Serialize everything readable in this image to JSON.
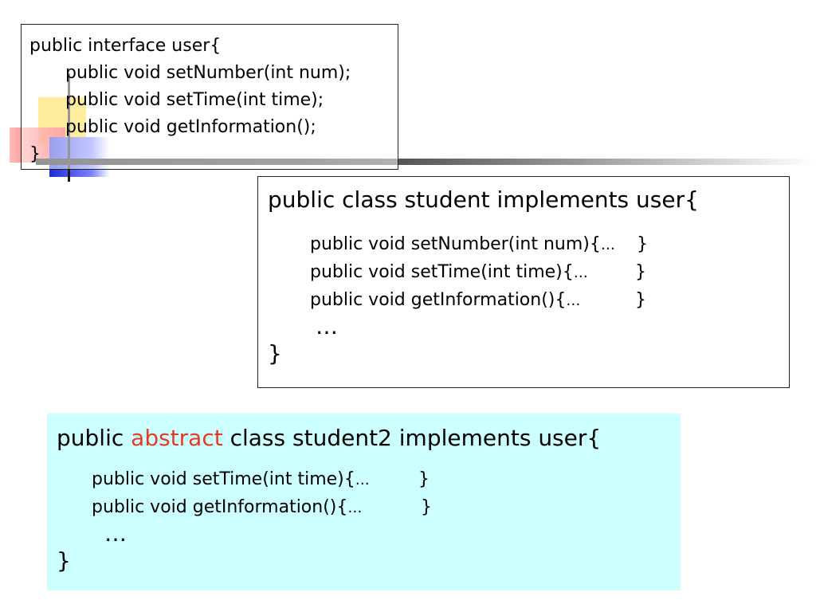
{
  "interface_box": {
    "line1": "public interface user{",
    "line2": "public void setNumber(int num);",
    "line3": "public void setTime(int time);",
    "line4": "public void getInformation();",
    "line5": "}"
  },
  "class_box": {
    "header": "public class student implements user{",
    "methods": [
      {
        "sig": "public void setNumber(int num){",
        "ellipsis": "…",
        "close": "}"
      },
      {
        "sig": "public void setTime(int time){",
        "ellipsis": "…",
        "close": "}"
      },
      {
        "sig": "public void getInformation(){",
        "ellipsis": "…",
        "close": "}"
      }
    ],
    "dots": "…",
    "close": "}"
  },
  "abstract_box": {
    "header_pre": "public ",
    "header_keyword": "abstract",
    "header_post": " class student2 implements user{",
    "methods": [
      {
        "sig": "public void setTime(int time){",
        "ellipsis": "…",
        "close": "}"
      },
      {
        "sig": "public void getInformation(){",
        "ellipsis": "…",
        "close": "}"
      }
    ],
    "dots": "…",
    "close": "}"
  },
  "colors": {
    "keyword": "#e53b1f",
    "abstract_box_bg": "#ccffff"
  }
}
